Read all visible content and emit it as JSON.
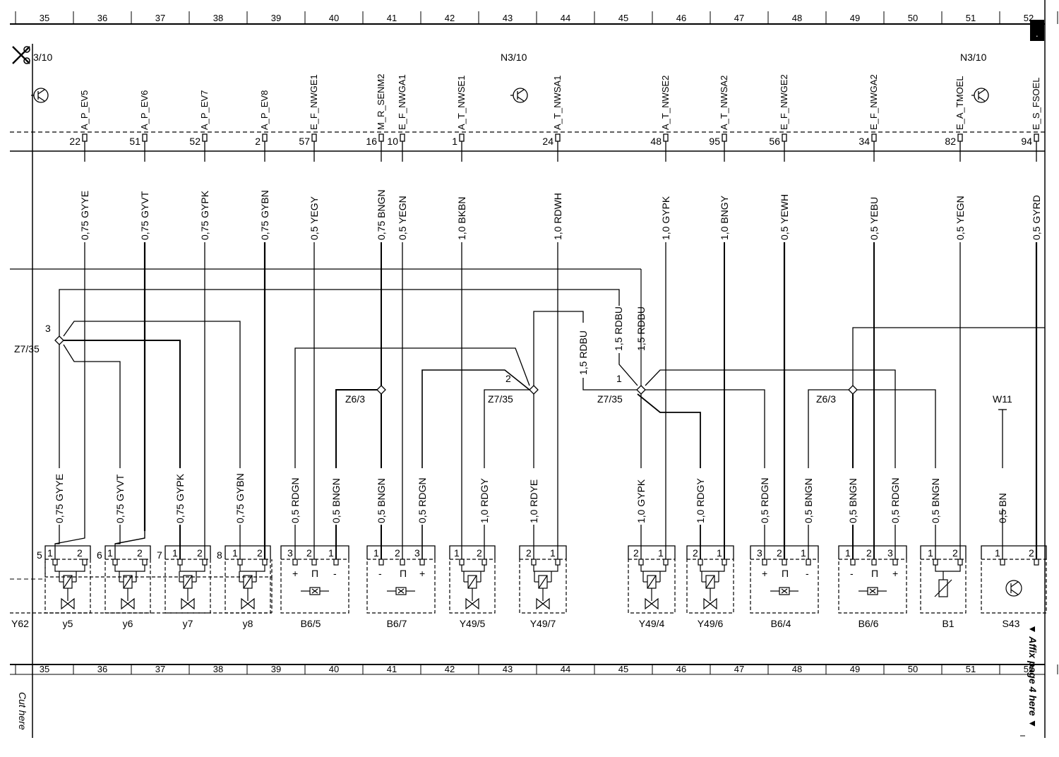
{
  "page": {
    "affix_note": "▼ Affix page 4 here ▼",
    "cut_note": "Cut here",
    "edge_tab": "."
  },
  "grid": {
    "columns": [
      "35",
      "36",
      "37",
      "38",
      "39",
      "40",
      "41",
      "42",
      "43",
      "44",
      "45",
      "46",
      "47",
      "48",
      "49",
      "50",
      "51",
      "52"
    ]
  },
  "module": {
    "labels": [
      "3/10",
      "N3/10",
      "N3/10"
    ],
    "signals": [
      {
        "name": "A_P_EV5",
        "pin": "22",
        "wire": "0,75 GYYE"
      },
      {
        "name": "A_P_EV6",
        "pin": "51",
        "wire": "0,75 GYVT"
      },
      {
        "name": "A_P_EV7",
        "pin": "52",
        "wire": "0,75 GYPK"
      },
      {
        "name": "A_P_EV8",
        "pin": "2",
        "wire": "0,75 GYBN"
      },
      {
        "name": "E_F_NWGE1",
        "pin": "57",
        "wire": "0,5 YEGY"
      },
      {
        "name": "M_R_SENM2",
        "pin": "16",
        "wire": "0,75 BNGN"
      },
      {
        "name": "E_F_NWGA1",
        "pin": "10",
        "wire": "0,5 YEGN"
      },
      {
        "name": "A_T_NWSE1",
        "pin": "1",
        "wire": "1,0 BKBN"
      },
      {
        "name": "A_T_NWSA1",
        "pin": "24",
        "wire": "1,0 RDWH"
      },
      {
        "name": "A_T_NWSE2",
        "pin": "48",
        "wire": "1,0 GYPK"
      },
      {
        "name": "A_T_NWSA2",
        "pin": "95",
        "wire": "1,0 BNGY"
      },
      {
        "name": "E_F_NWGE2",
        "pin": "56",
        "wire": "0,5 YEWH"
      },
      {
        "name": "E_F_NWGA2",
        "pin": "34",
        "wire": "0,5 YEBU"
      },
      {
        "name": "E_A_TMOEL",
        "pin": "82",
        "wire": "0,5 YEGN"
      },
      {
        "name": "E_S_FSOEL",
        "pin": "94",
        "wire": "0,5 GYRD"
      }
    ]
  },
  "middle_wires": [
    "1,5 RDBU",
    "1,5 RDBU",
    "1,5 RDBU"
  ],
  "junctions": [
    {
      "name": "Z7/35",
      "num": "3"
    },
    {
      "name": "Z6/3",
      "num": ""
    },
    {
      "name": "Z7/35",
      "num": "2"
    },
    {
      "name": "Z7/35",
      "num": "1"
    },
    {
      "name": "Z6/3",
      "num": ""
    }
  ],
  "w11_label": "W11",
  "lower_wires": [
    "0,75 GYYE",
    "0,75 GYVT",
    "0,75 GYPK",
    "0,75 GYBN",
    "0,5 RDGN",
    "0,5 BNGN",
    "0,5 BNGN",
    "0,5 RDGN",
    "1,0 RDGY",
    "1,0 RDYE",
    "1,0 GYPK",
    "1,0 RDGY",
    "0,5 RDGN",
    "0,5 BNGN",
    "0,5 BNGN",
    "0,5 RDGN",
    "0,5 BNGN",
    "0,5 BN"
  ],
  "y62": {
    "label": "Y62",
    "bus": [
      "5",
      "6",
      "7",
      "8"
    ]
  },
  "components": [
    {
      "name": "y5",
      "pins": [
        "1",
        "2"
      ],
      "signs": [],
      "symbol": "valve"
    },
    {
      "name": "y6",
      "pins": [
        "1",
        "2"
      ],
      "signs": [],
      "symbol": "valve"
    },
    {
      "name": "y7",
      "pins": [
        "1",
        "2"
      ],
      "signs": [],
      "symbol": "valve"
    },
    {
      "name": "y8",
      "pins": [
        "1",
        "2"
      ],
      "signs": [],
      "symbol": "valve"
    },
    {
      "name": "B6/5",
      "pins": [
        "3",
        "2",
        "1"
      ],
      "signs": [
        "+",
        "Π",
        "-"
      ],
      "symbol": "hall"
    },
    {
      "name": "B6/7",
      "pins": [
        "1",
        "2",
        "3"
      ],
      "signs": [
        "-",
        "Π",
        "+"
      ],
      "symbol": "hall"
    },
    {
      "name": "Y49/5",
      "pins": [
        "1",
        "2"
      ],
      "signs": [],
      "symbol": "valve"
    },
    {
      "name": "Y49/7",
      "pins": [
        "2",
        "1"
      ],
      "signs": [],
      "symbol": "valve"
    },
    {
      "name": "Y49/4",
      "pins": [
        "2",
        "1"
      ],
      "signs": [],
      "symbol": "valve"
    },
    {
      "name": "Y49/6",
      "pins": [
        "2",
        "1"
      ],
      "signs": [],
      "symbol": "valve"
    },
    {
      "name": "B6/4",
      "pins": [
        "3",
        "2",
        "1"
      ],
      "signs": [
        "+",
        "Π",
        "-"
      ],
      "symbol": "hall"
    },
    {
      "name": "B6/6",
      "pins": [
        "1",
        "2",
        "3"
      ],
      "signs": [
        "-",
        "Π",
        "+"
      ],
      "symbol": "hall"
    },
    {
      "name": "B1",
      "pins": [
        "1",
        "2"
      ],
      "signs": [],
      "symbol": "sensor"
    },
    {
      "name": "S43",
      "pins": [
        "1",
        "2"
      ],
      "signs": [],
      "symbol": "switch"
    }
  ],
  "icons": [
    "scissors-icon",
    "transistor-icon"
  ]
}
